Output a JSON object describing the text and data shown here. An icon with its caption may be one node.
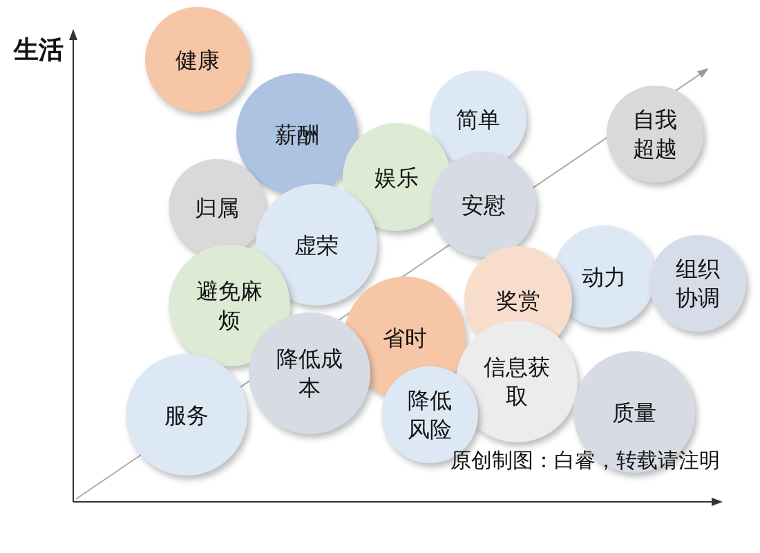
{
  "diagram": {
    "nodes": [
      {
        "text": [
          "健康"
        ]
      },
      {
        "text": [
          "简单"
        ]
      },
      {
        "text": [
          "薪酬"
        ]
      },
      {
        "text": [
          "自我超越"
        ]
      },
      {
        "text": [
          "娱乐"
        ]
      },
      {
        "text": [
          "安慰"
        ]
      },
      {
        "text": [
          "归属"
        ]
      },
      {
        "text": [
          "虚荣"
        ]
      },
      {
        "text": [
          "动力"
        ]
      },
      {
        "text": [
          "组织协调"
        ]
      },
      {
        "text": [
          "奖赏"
        ]
      },
      {
        "text": [
          "避免麻烦"
        ]
      },
      {
        "text": [
          "省时"
        ]
      },
      {
        "text": [
          "降低成本"
        ]
      },
      {
        "text": [
          "信息获取"
        ]
      },
      {
        "text": [
          "质量"
        ]
      },
      {
        "text": [
          "服务"
        ]
      },
      {
        "text": [
          "降低风险"
        ]
      }
    ],
    "labels": [
      "生活",
      "原创制图：白睿，转载请注明"
    ]
  }
}
